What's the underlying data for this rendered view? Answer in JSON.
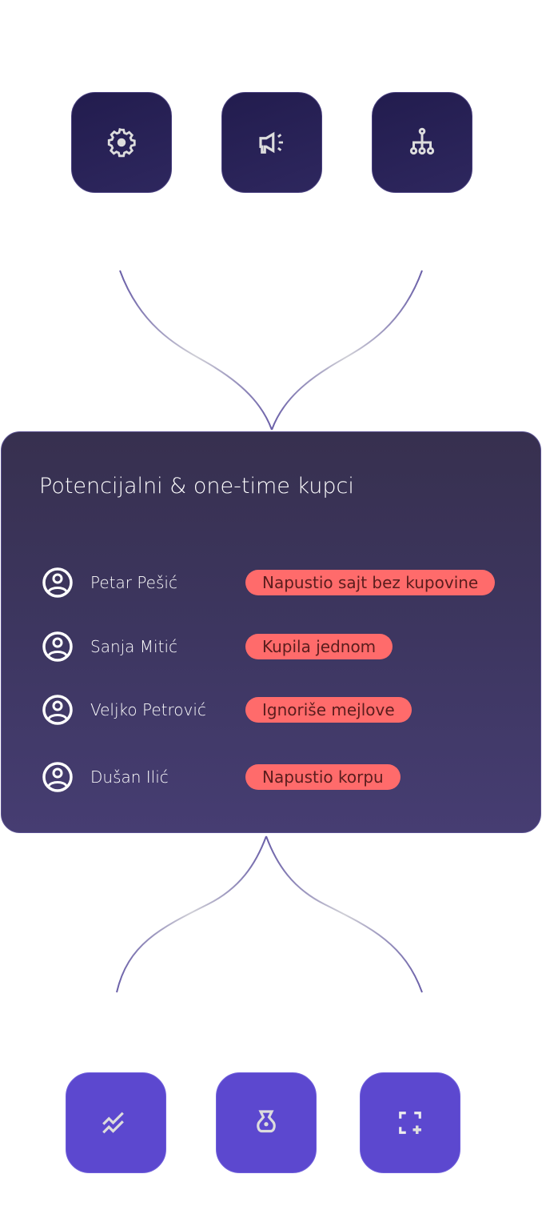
{
  "top_icons": [
    {
      "icon": "gear-icon"
    },
    {
      "icon": "megaphone-icon"
    },
    {
      "icon": "sitemap-icon"
    }
  ],
  "card": {
    "title": "Potencijalni & one-time kupci",
    "customers": [
      {
        "name": "Petar Pešić",
        "tag": "Napustio sajt bez kupovine"
      },
      {
        "name": "Sanja Mitić",
        "tag": "Kupila jednom"
      },
      {
        "name": "Veljko Petrović",
        "tag": "Ignoriše mejlove"
      },
      {
        "name": "Dušan Ilić",
        "tag": "Napustio korpu"
      }
    ]
  },
  "bottom_icons": [
    {
      "icon": "trend-lines-icon"
    },
    {
      "icon": "money-bag-icon"
    },
    {
      "icon": "add-frame-icon"
    }
  ],
  "colors": {
    "tile_dark": "#241e50",
    "tile_light": "#5c48cf",
    "pill": "#ff6b6b",
    "wire": "#6a5fa8"
  }
}
